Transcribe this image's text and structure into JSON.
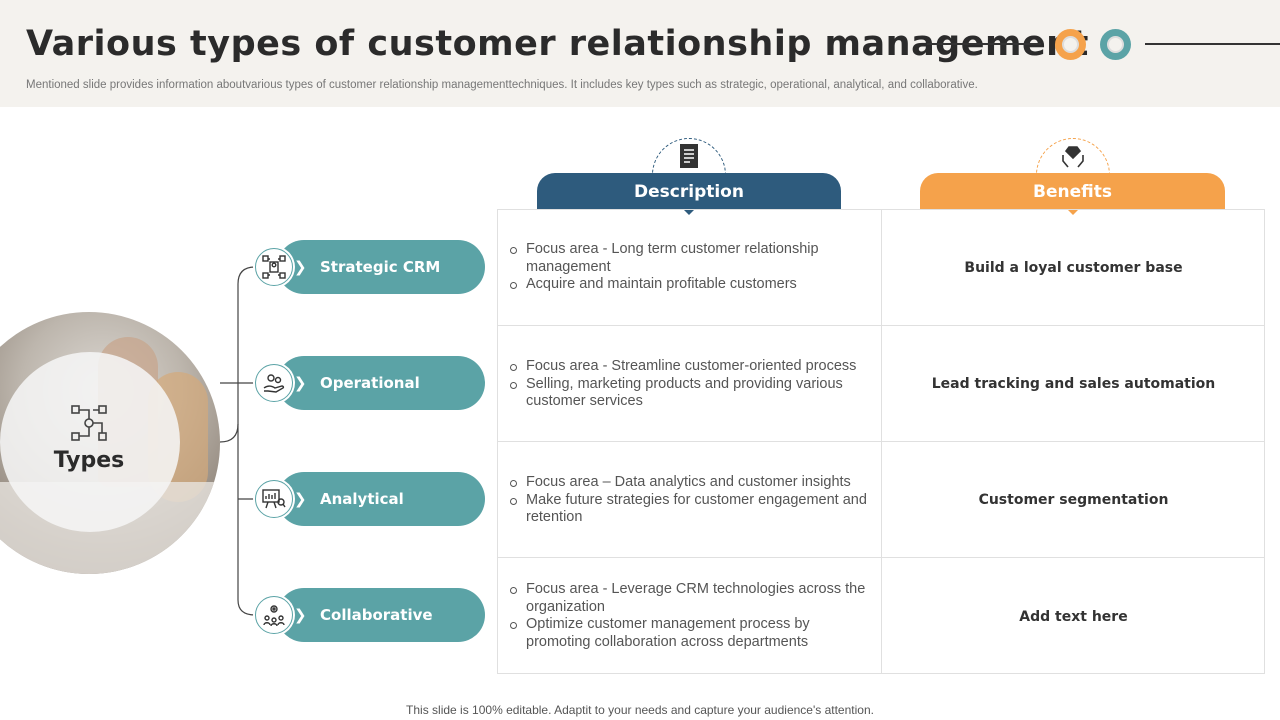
{
  "header": {
    "title": "Various types of customer relationship management",
    "subtitle": "Mentioned slide provides information aboutvarious types of customer relationship managementtechniques. It includes key types such as strategic, operational, analytical, and collaborative."
  },
  "center": {
    "label": "Types"
  },
  "columns": {
    "description": "Description",
    "benefits": "Benefits"
  },
  "rows": [
    {
      "type": "Strategic CRM",
      "icon": "flowchart-person-icon",
      "description": [
        "Focus area - Long term customer relationship management",
        "Acquire and maintain profitable customers"
      ],
      "benefit": "Build a loyal customer base"
    },
    {
      "type": "Operational",
      "icon": "gears-hand-icon",
      "description": [
        "Focus area - Streamline customer-oriented process",
        "Selling, marketing products and providing various customer services"
      ],
      "benefit": "Lead tracking and sales automation"
    },
    {
      "type": "Analytical",
      "icon": "presentation-chart-icon",
      "description": [
        "Focus area – Data analytics and customer insights",
        "Make future strategies for customer engagement and retention"
      ],
      "benefit": "Customer segmentation"
    },
    {
      "type": "Collaborative",
      "icon": "team-gear-icon",
      "description": [
        "Focus area - Leverage CRM technologies across the organization",
        "Optimize customer management process by promoting collaboration across departments"
      ],
      "benefit": "Add text here"
    }
  ],
  "footer": "This slide is 100% editable. Adaptit to your needs and capture your audience's attention.",
  "colors": {
    "teal": "#5ba3a6",
    "navy": "#2e5b7d",
    "orange": "#f5a24b",
    "header_bg": "#f4f2ee"
  }
}
